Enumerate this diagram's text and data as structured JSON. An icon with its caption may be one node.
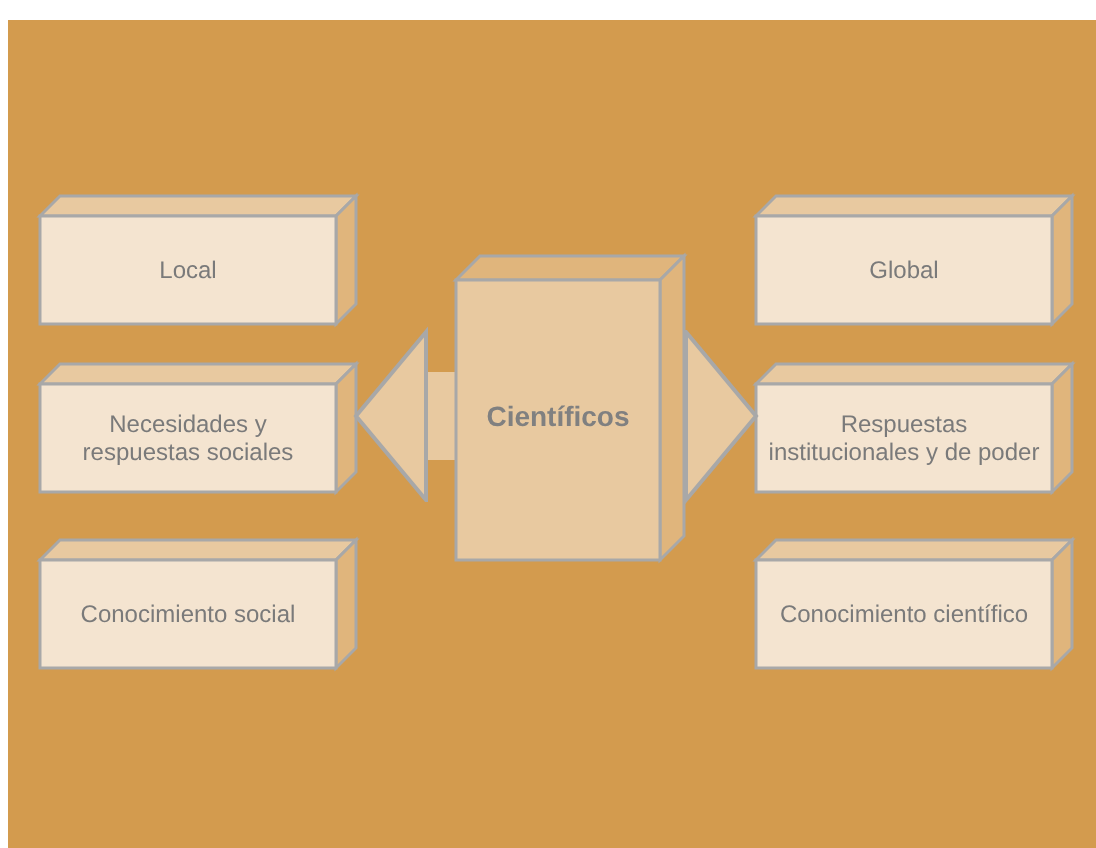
{
  "diagram": {
    "nodes": [
      {
        "text": [
          "Local"
        ]
      },
      {
        "text": [
          "Necesidades y respuestas sociales"
        ]
      },
      {
        "text": [
          "Conocimiento social"
        ]
      },
      {
        "text": [
          "Global"
        ]
      },
      {
        "text": [
          "Respuestas institucionales y de poder"
        ]
      },
      {
        "text": [
          "Conocimiento científico"
        ]
      },
      {
        "text": [
          "Científicos"
        ]
      }
    ],
    "edges": [
      {
        "from": 6,
        "to": 1,
        "arrow": "to"
      },
      {
        "from": 6,
        "to": 4,
        "arrow": "to"
      }
    ]
  }
}
